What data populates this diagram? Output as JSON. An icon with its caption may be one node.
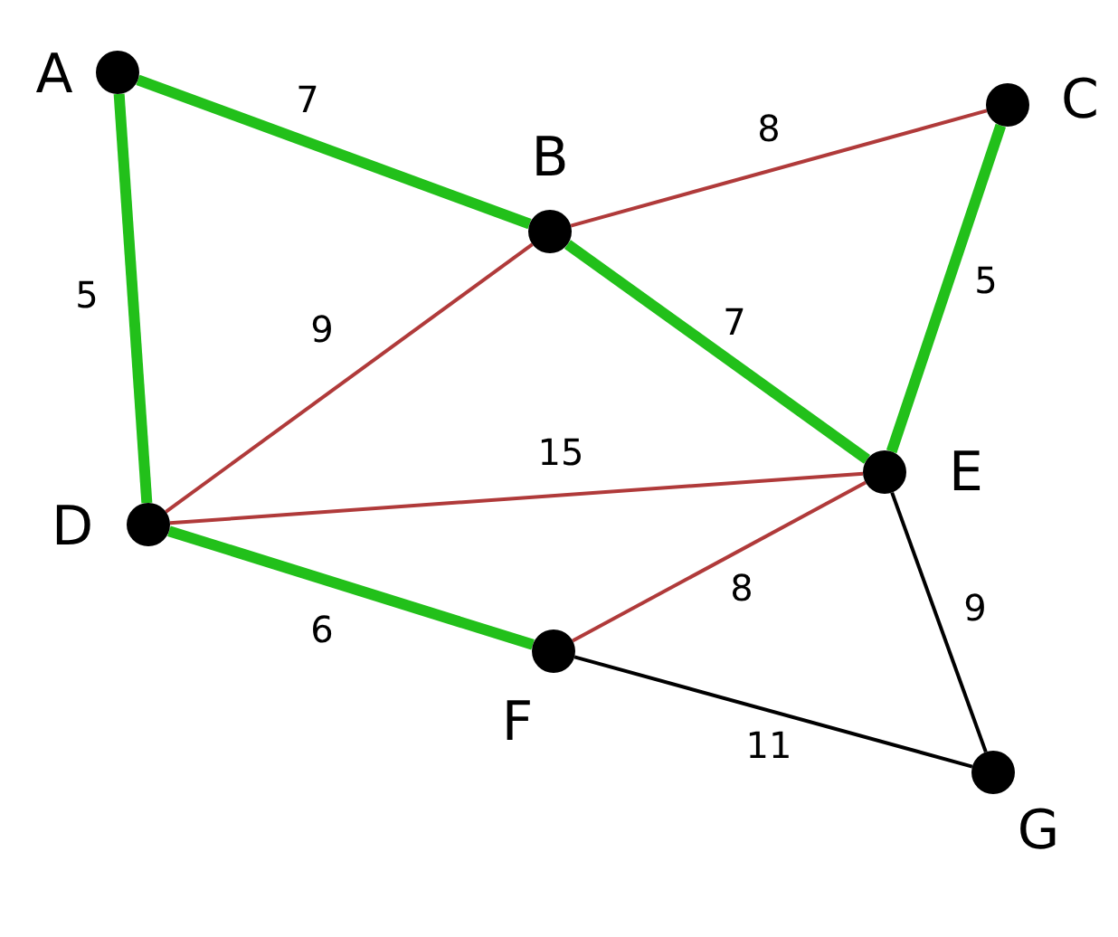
{
  "diagram": {
    "nodes": [
      {
        "text": [],
        "shape": "circle",
        "beside": [
          "A"
        ]
      },
      {
        "text": [],
        "shape": "circle",
        "beside": [
          "B"
        ]
      },
      {
        "text": [],
        "shape": "circle",
        "beside": [
          "C"
        ]
      },
      {
        "text": [],
        "shape": "circle",
        "beside": [
          "D"
        ]
      },
      {
        "text": [],
        "shape": "circle",
        "beside": [
          "E"
        ]
      },
      {
        "text": [],
        "shape": "circle",
        "beside": [
          "F"
        ]
      },
      {
        "text": [],
        "shape": "circle",
        "beside": [
          "G"
        ]
      }
    ],
    "edges": [
      {
        "from": 0,
        "to": 1,
        "arrow": "none",
        "label": "7",
        "style": "thick"
      },
      {
        "from": 0,
        "to": 3,
        "arrow": "none",
        "label": "5",
        "style": "thick"
      },
      {
        "from": 1,
        "to": 2,
        "arrow": "none",
        "label": "8",
        "color": "#b03a3a"
      },
      {
        "from": 3,
        "to": 1,
        "arrow": "none",
        "label": "9",
        "color": "#b03a3a"
      },
      {
        "from": 1,
        "to": 4,
        "arrow": "none",
        "label": "7",
        "style": "thick"
      },
      {
        "from": 2,
        "to": 4,
        "arrow": "none",
        "label": "5",
        "style": "thick"
      },
      {
        "from": 3,
        "to": 4,
        "arrow": "none",
        "label": "15",
        "color": "#b03a3a"
      },
      {
        "from": 3,
        "to": 5,
        "arrow": "none",
        "label": "6",
        "style": "thick"
      },
      {
        "from": 5,
        "to": 4,
        "arrow": "none",
        "label": "8",
        "color": "#b03a3a"
      },
      {
        "from": 4,
        "to": 6,
        "arrow": "none",
        "label": "9",
        "color": "#000000"
      },
      {
        "from": 5,
        "to": 6,
        "arrow": "none",
        "label": "11",
        "color": "#000000"
      }
    ]
  }
}
